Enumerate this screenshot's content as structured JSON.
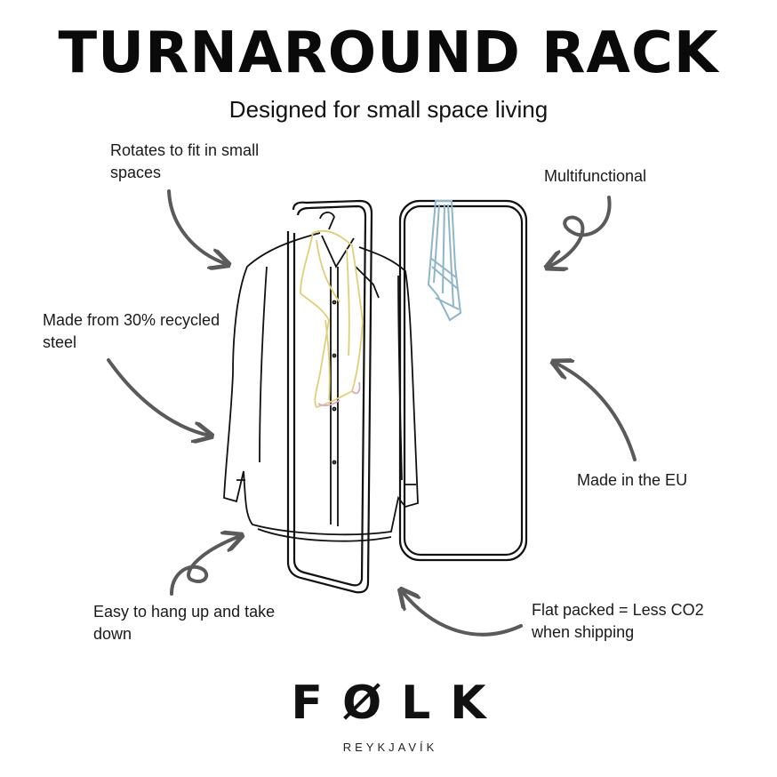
{
  "header": {
    "title": "TURNAROUND RACK",
    "subtitle": "Designed for small space living"
  },
  "features": {
    "rotates": "Rotates to fit in small spaces",
    "multifunctional": "Multifunctional",
    "recycled": "Made from 30% recycled steel",
    "eu": "Made in the EU",
    "easy": "Easy to hang up and take down",
    "flat": "Flat packed = Less CO2 when shipping"
  },
  "brand": {
    "name": "FØLK",
    "tagline": "REYKJAVÍK"
  },
  "colors": {
    "text": "#111111",
    "arrow": "#5a5a5a",
    "scarf": "#e7d98a",
    "tie": "#8fb6c8"
  }
}
